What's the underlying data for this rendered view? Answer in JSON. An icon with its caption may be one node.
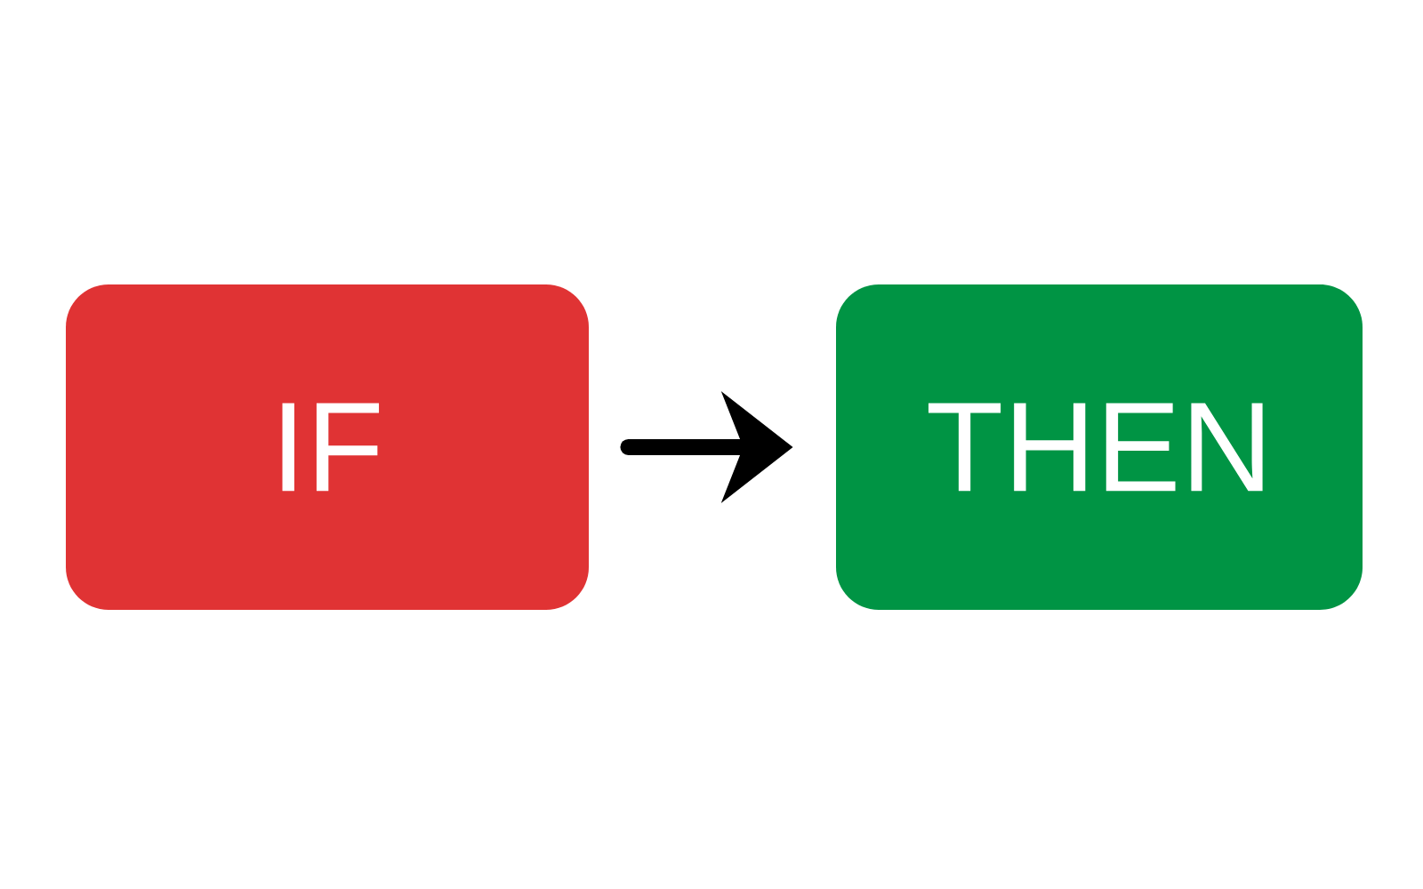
{
  "diagram": {
    "nodes": [
      {
        "text": [
          "IF"
        ]
      },
      {
        "text": [
          "THEN"
        ]
      }
    ],
    "edges": [
      {
        "from": 0,
        "to": 1,
        "arrow": "to"
      }
    ]
  }
}
